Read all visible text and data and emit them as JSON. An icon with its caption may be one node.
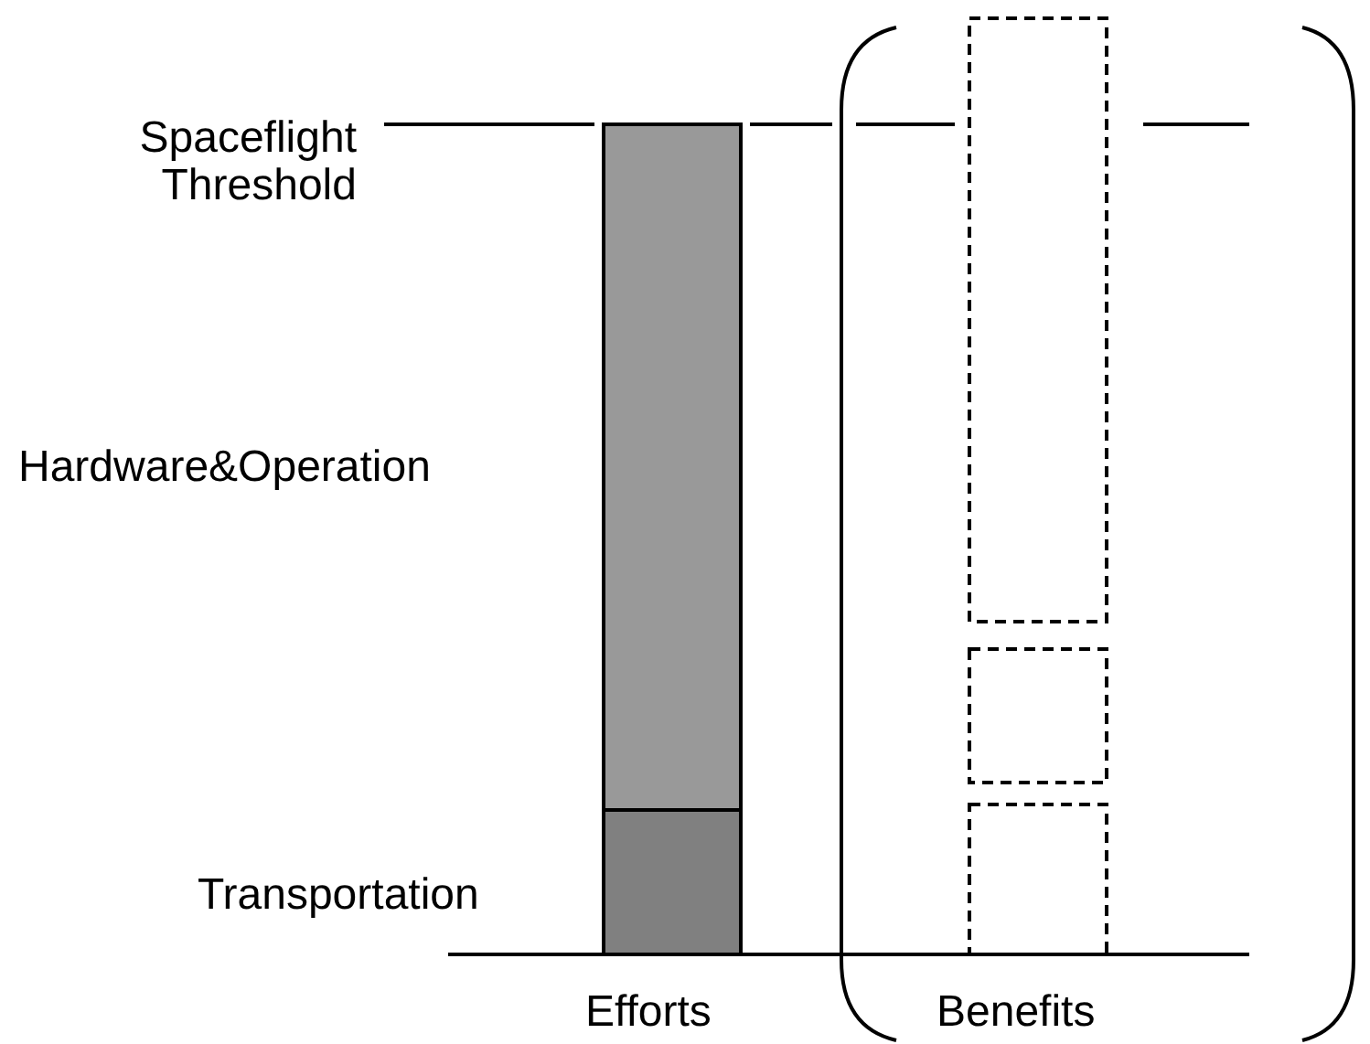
{
  "diagram": {
    "labels": [
      "Spaceflight Threshold",
      "Hardware&Operation",
      "Transportation",
      "Efforts",
      "Benefits"
    ]
  }
}
